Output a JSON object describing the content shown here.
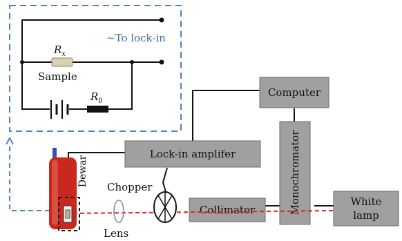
{
  "colors": {
    "dashed_outline": "#4f80b8",
    "laser_path": "#e02020",
    "instrument_box": "#a0a0a0",
    "dewar_body": "#c8281e",
    "resistor": "#d8d0b4"
  },
  "circuit": {
    "lock_in_label": "~To lock-in",
    "rx_label": "R",
    "rx_subscript": "x",
    "sample_label": "Sample",
    "r0_label": "R",
    "r0_subscript": "0"
  },
  "instruments": {
    "computer": "Computer",
    "lock_in_amplifier": "Lock-in amplifer",
    "monochromator": "Monochromator",
    "collimator": "Collimator",
    "white_lamp_line1": "White",
    "white_lamp_line2": "lamp"
  },
  "optics": {
    "dewar": "Dewar",
    "chopper": "Chopper",
    "lens": "Lens"
  }
}
